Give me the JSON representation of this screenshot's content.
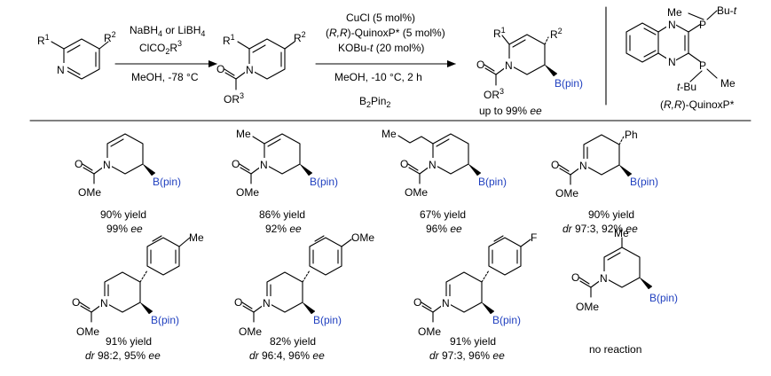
{
  "step1": {
    "line1": "NaBH",
    "line1_sub": "4",
    "line1b": " or LiBH",
    "line1b_sub": "4",
    "line2": "ClCO",
    "line2_sub": "2",
    "line2b": "R",
    "line2_sup": "3",
    "line3": "MeOH, -78 °C"
  },
  "step2": {
    "line1": "CuCl (5 mol%)",
    "line2_a": "(",
    "line2_b": "R,R",
    "line2_c": ")-QuinoxP* (5 mol%)",
    "line3_a": "KOBu-",
    "line3_b": "t",
    "line3_c": "  (20 mol%)",
    "line4": "MeOH, -10 °C, 2 h",
    "line5": "B",
    "line5_sub": "2",
    "line5b": "Pin",
    "line5b_sub": "2"
  },
  "labels": {
    "R1": "R",
    "R1_sup": "1",
    "R2": "R",
    "R2_sup": "2",
    "R3": "R",
    "R3_sup": "3",
    "N": "N",
    "O": "O",
    "OR3": "OR",
    "OMe": "OMe",
    "Bpin": "B(pin)",
    "Me": "Me",
    "Ph": "Ph",
    "F": "F",
    "P": "P",
    "BuT": "Bu-",
    "t": "t",
    "tBu_t": "t",
    "tBu": "-Bu",
    "product_ee_prefix": "up to 99% ",
    "ee": "ee",
    "ligand_a": "(",
    "ligand_b": "R,R",
    "ligand_c": ")-QuinoxP*"
  },
  "results": [
    {
      "yield": "90% yield",
      "ee_val": "99% ",
      "ee": "ee"
    },
    {
      "yield": "86% yield",
      "ee_val": "92% ",
      "ee": "ee"
    },
    {
      "yield": "67% yield",
      "ee_val": "96% ",
      "ee": "ee"
    },
    {
      "yield": "90% yield",
      "dr": "dr",
      "dr_val": " 97:3, 92% ",
      "ee": "ee"
    },
    {
      "yield": "91% yield",
      "dr": "dr",
      "dr_val": " 98:2, 95% ",
      "ee": "ee"
    },
    {
      "yield": "82% yield",
      "dr": "dr",
      "dr_val": " 96:4, 96% ",
      "ee": "ee"
    },
    {
      "yield": "91% yield",
      "dr": "dr",
      "dr_val": " 97:3, 96% ",
      "ee": "ee"
    },
    {
      "yield": "no reaction"
    }
  ],
  "colors": {
    "bpin": "#1f3fbf",
    "ink": "#000000"
  }
}
